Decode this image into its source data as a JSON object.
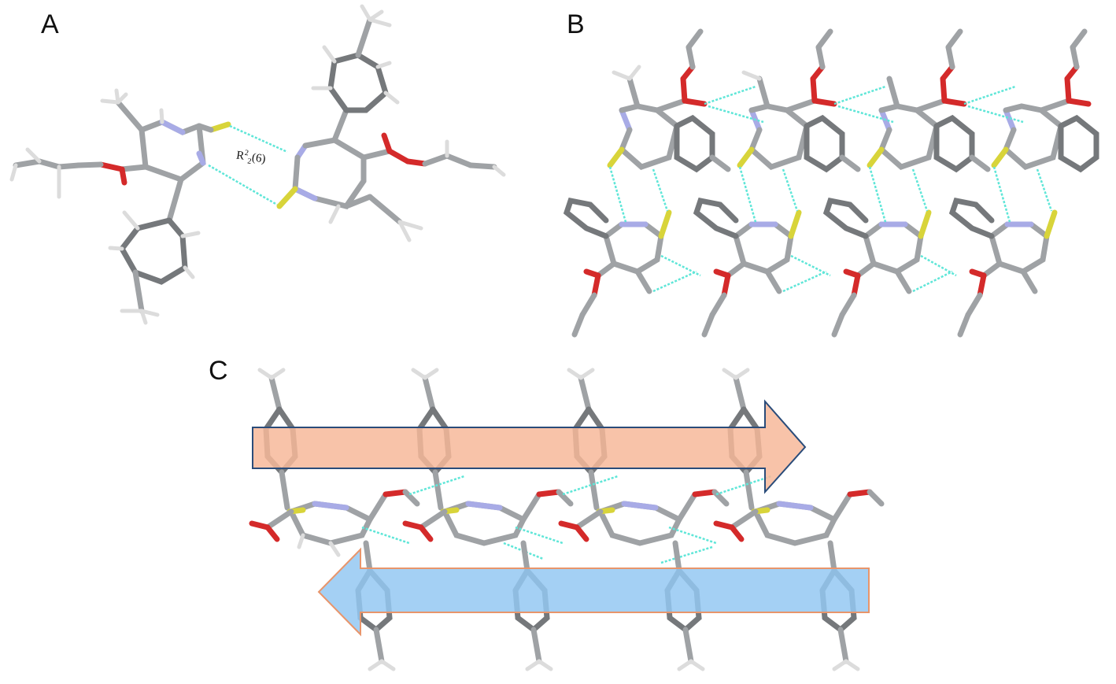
{
  "panels": {
    "a": {
      "label": "A",
      "annotation": {
        "base": "R",
        "sup": "2",
        "sub": "2",
        "tail": "(6)"
      }
    },
    "b": {
      "label": "B"
    },
    "c": {
      "label": "C"
    }
  },
  "colors": {
    "carbon": "#b4b6b8",
    "carbon_dark": "#6f7275",
    "hydrogen": "#e8e8e8",
    "nitrogen": "#9a9ee0",
    "oxygen": "#d42a2a",
    "sulfur": "#d8d43a",
    "hbond": "#5fe6d8",
    "arrow_orange": "#f7b89a",
    "arrow_blue": "#94c8f2",
    "arrow_outline_blue": "#2a4c7a",
    "arrow_outline_orange": "#e8956b"
  }
}
